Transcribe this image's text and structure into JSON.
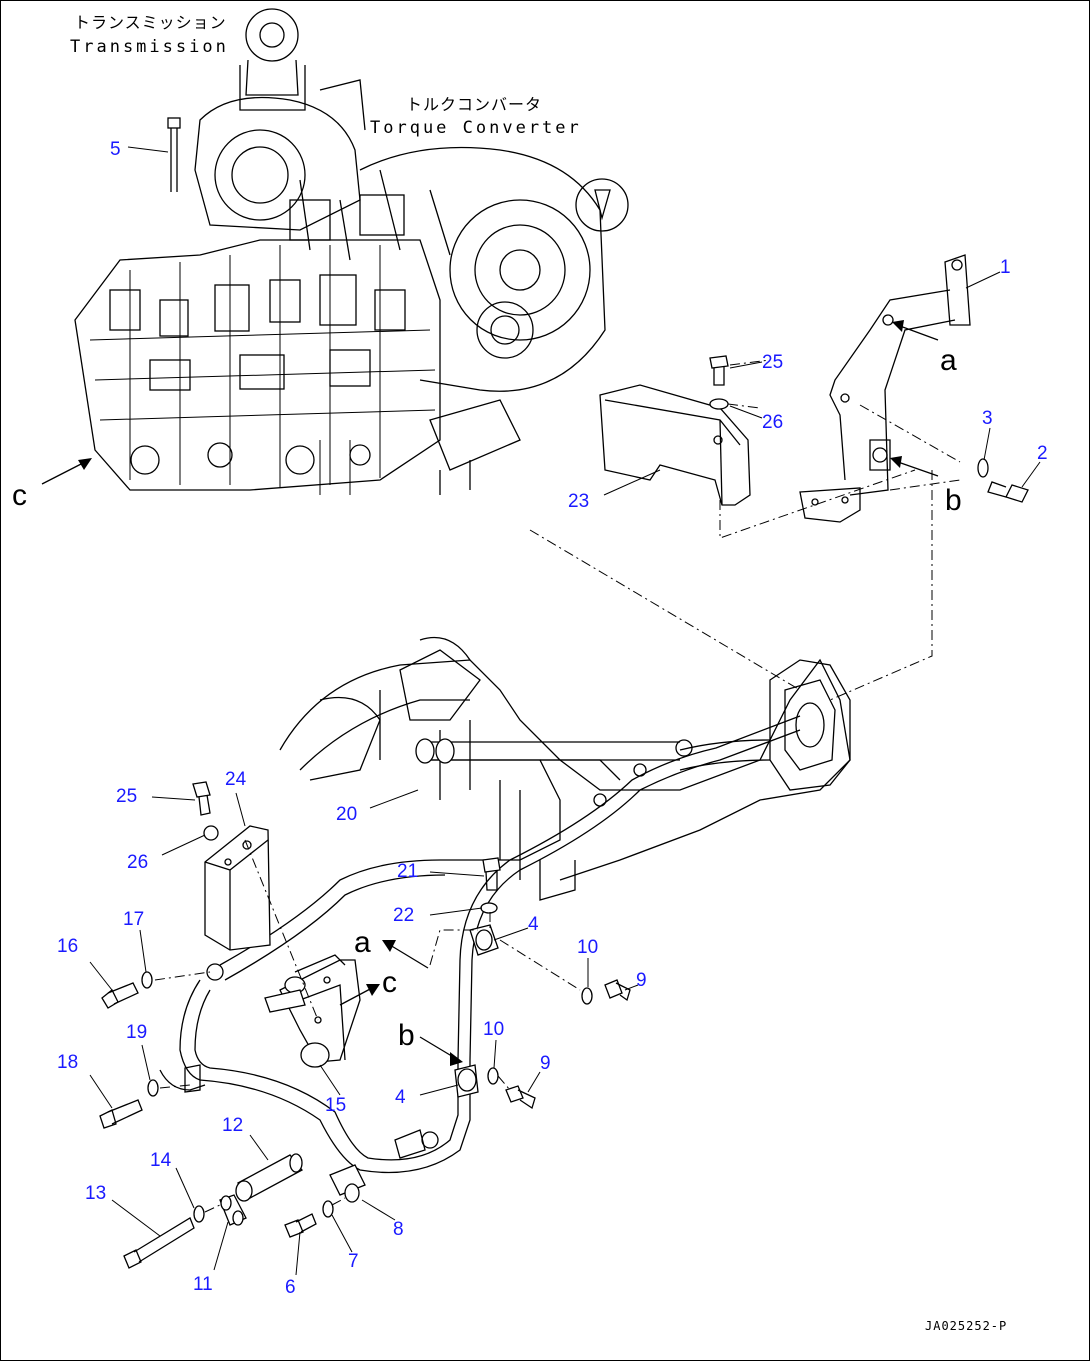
{
  "labels": {
    "transmission_jp": "トランスミッション",
    "transmission_en": "Transmission",
    "torque_converter_jp": "トルクコンバータ",
    "torque_converter_en": "Torque Converter"
  },
  "drawing_code": "JA025252-P",
  "reference_letters": {
    "a1": "a",
    "b1": "b",
    "c1": "c",
    "a2": "a",
    "b2": "b",
    "c2": "c"
  },
  "callouts": {
    "c1": "1",
    "c2": "2",
    "c3": "3",
    "c4a": "4",
    "c4b": "4",
    "c5": "5",
    "c6": "6",
    "c7": "7",
    "c8": "8",
    "c9a": "9",
    "c9b": "9",
    "c10a": "10",
    "c10b": "10",
    "c11": "11",
    "c12": "12",
    "c13": "13",
    "c14": "14",
    "c15": "15",
    "c16": "16",
    "c17": "17",
    "c18": "18",
    "c19": "19",
    "c20": "20",
    "c21": "21",
    "c22": "22",
    "c23": "23",
    "c24": "24",
    "c25a": "25",
    "c25b": "25",
    "c26a": "26",
    "c26b": "26"
  },
  "colors": {
    "callout": "#1a1aff",
    "line": "#000000",
    "background": "#ffffff"
  }
}
